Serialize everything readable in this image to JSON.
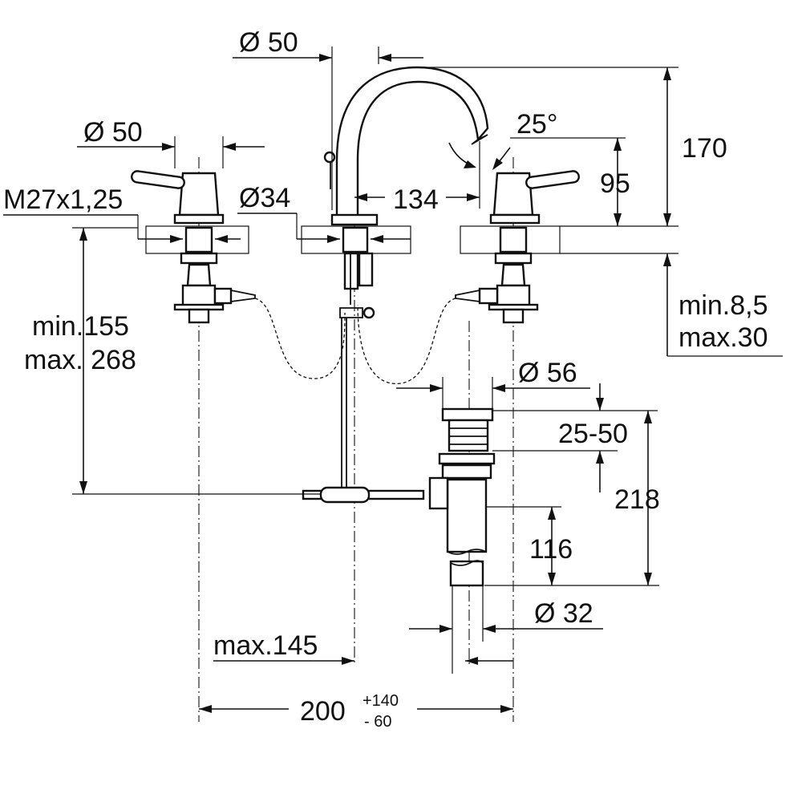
{
  "labels": {
    "spout_diameter": "Ø 50",
    "handle_diameter": "Ø 50",
    "thread": "M27x1,25",
    "body_diameter": "Ø34",
    "spout_reach": "134",
    "spout_angle": "25°",
    "total_height": "170",
    "spout_height": "95",
    "deck_thickness_min": "min.8,5",
    "deck_thickness_max": "max.30",
    "connection_min": "min.155",
    "connection_max": "max. 268",
    "waste_diameter": "Ø 56",
    "waste_adjust": "25-50",
    "waste_height": "218",
    "tailpiece": "116",
    "tail_diameter": "Ø 32",
    "rod_offset": "max.145",
    "centers": "200",
    "centers_plus": "+140",
    "centers_minus": "- 60"
  },
  "colors": {
    "line": "#111111",
    "background": "#ffffff"
  }
}
